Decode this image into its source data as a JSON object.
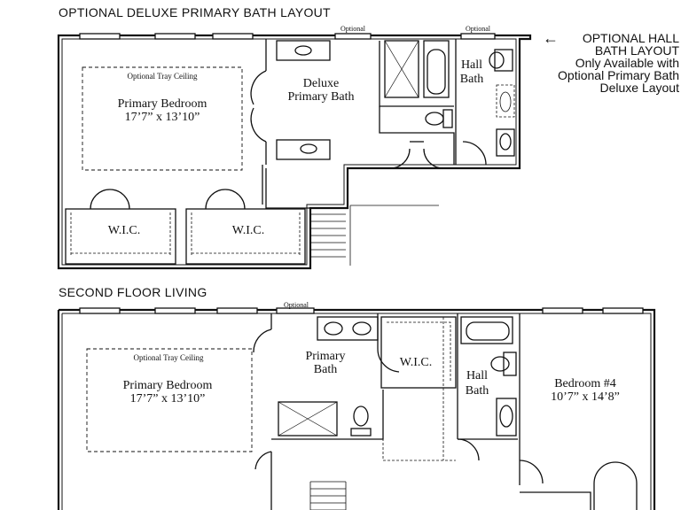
{
  "top_plan": {
    "title": "OPTIONAL DELUXE PRIMARY BATH LAYOUT",
    "optional_window_1": "Optional",
    "optional_window_2": "Optional",
    "tray_ceiling": "Optional Tray Ceiling",
    "bedroom_name": "Primary Bedroom",
    "bedroom_size": "17’7” x 13’10”",
    "bath_line1": "Deluxe",
    "bath_line2": "Primary Bath",
    "hall_bath_line1": "Hall",
    "hall_bath_line2": "Bath",
    "wic_left": "W.I.C.",
    "wic_right": "W.I.C."
  },
  "side_note": {
    "line1": "OPTIONAL HALL",
    "line2": "BATH LAYOUT",
    "line3": "Only Available with",
    "line4": "Optional Primary Bath",
    "line5": "Deluxe Layout",
    "arrow_icon": "left-arrow-icon"
  },
  "bottom_plan": {
    "title": "SECOND FLOOR LIVING",
    "optional_window": "Optional",
    "tray_ceiling": "Optional Tray Ceiling",
    "bedroom_name": "Primary Bedroom",
    "bedroom_size": "17’7” x 13’10”",
    "bath_line1": "Primary",
    "bath_line2": "Bath",
    "wic": "W.I.C.",
    "hall_bath_line1": "Hall",
    "hall_bath_line2": "Bath",
    "bedroom4_name": "Bedroom #4",
    "bedroom4_size": "10’7” x 14’8”"
  }
}
